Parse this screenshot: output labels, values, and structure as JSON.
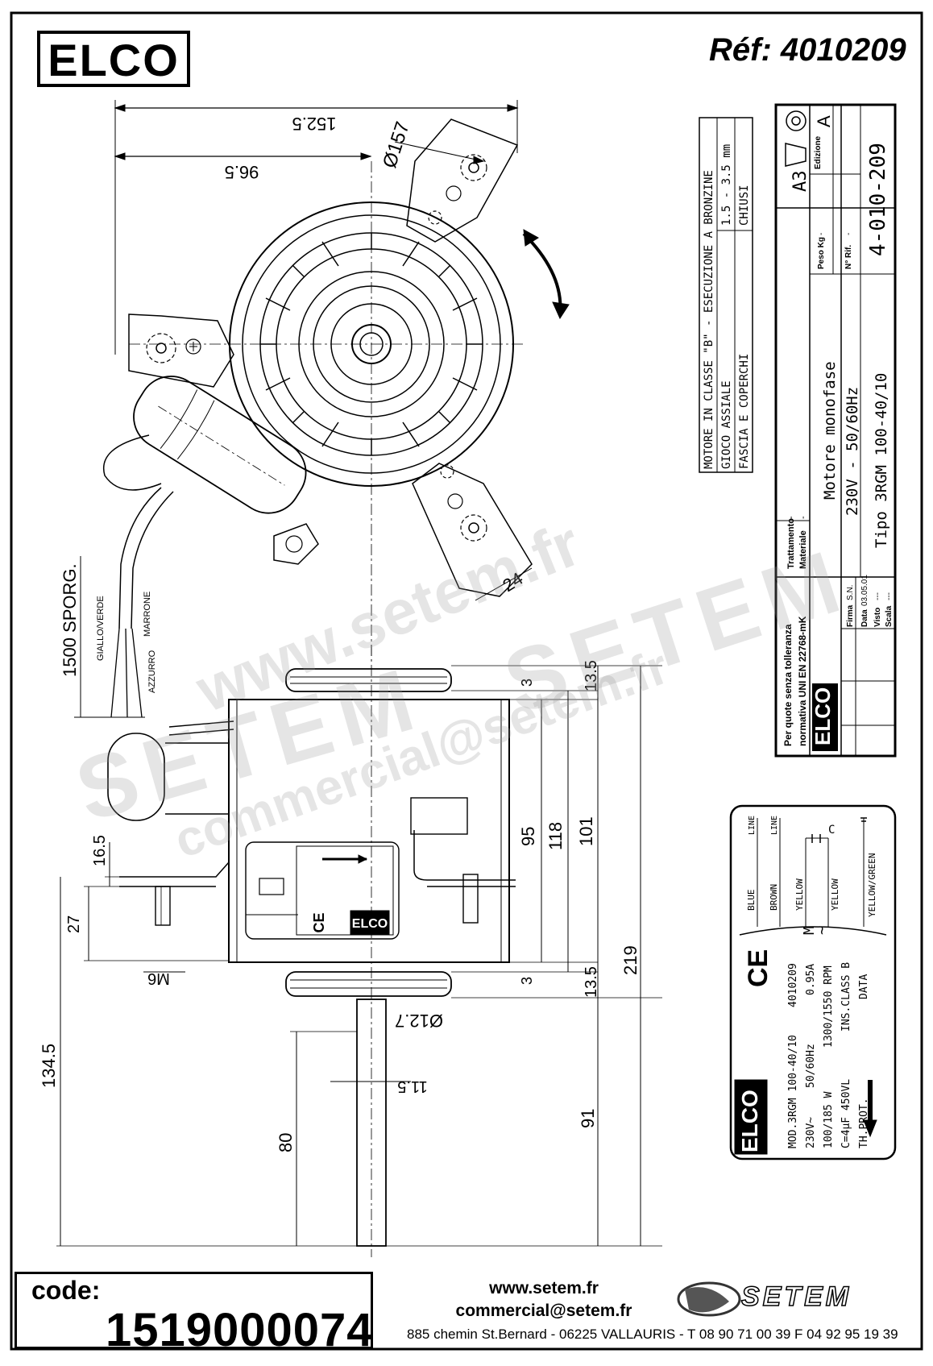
{
  "brand": "ELCO",
  "reference": "Réf: 4010209",
  "dimensions": {
    "d152_5": "152.5",
    "d96_5": "96.5",
    "d157": "Ø157",
    "d24": "24",
    "d1500": "1500 SPORG.",
    "d13_5_top": "13.5",
    "d3_top": "3",
    "d95": "95",
    "d118": "118",
    "d101": "101",
    "d219": "219",
    "d3_bot": "3",
    "d13_5_bot": "13.5",
    "d16_5": "16.5",
    "d27": "27",
    "dM6": "M6",
    "d12_7": "Ø12.7",
    "d11_5": "11.5",
    "d134_5": "134.5",
    "d80": "80",
    "d91": "91"
  },
  "wire_labels": [
    "GIALLO/VERDE",
    "MARRONE",
    "AZZURRO"
  ],
  "spec_table": {
    "row1": "MOTORE IN CLASSE \"B\" - ESECUZIONE A BRONZINE",
    "row2_label": "GIOCO ASSIALE",
    "row2_value": "1.5 - 3.5 mm",
    "row3_label": "FASCIA E COPERCHI",
    "row3_value": "CHIUSI"
  },
  "title_block": {
    "format": "A3",
    "edition_label": "Edizione",
    "edition": "A",
    "peso_label": "Peso Kg",
    "peso_value": "-",
    "nrif_label": "N° Rif.",
    "nrif_value": "-",
    "drawing_no": "4-010-209",
    "trattamento_label": "Trattamento",
    "trattamento_value": "-",
    "materiale_label": "Materiale",
    "materiale_value": "-",
    "desc1": "Motore monofase",
    "desc2": "230V - 50/60Hz",
    "desc3": "Tipo 3RGM 100-40/10",
    "tolerance1": "Per quote senza tolleranza",
    "tolerance2": "normativa UNI EN 22768-mK",
    "firma_label": "Firma",
    "firma_value": "S.N.",
    "data_label": "Data",
    "data_value": "03.05.01",
    "visto_label": "Visto",
    "visto_value": "---",
    "scala_label": "Scala",
    "scala_value": "---"
  },
  "nameplate": {
    "wires": [
      "BLUE",
      "BROWN",
      "YELLOW",
      "YELLOW",
      "YELLOW/GREEN"
    ],
    "line1": "LINE",
    "line2": "LINE",
    "cap": "C",
    "m": "M",
    "tilde": "~",
    "ce": "CE",
    "mod": "MOD.3RGM 100-40/10",
    "code": "4010209",
    "volt": "230V~",
    "freq": "50/60Hz",
    "amp": "0.95A",
    "watt": "100/185 W",
    "rpm": "1300/1550 RPM",
    "cap_spec": "C=4µF  450VL",
    "ins": "INS.CLASS B",
    "thprot": "TH.PROT.",
    "data": "DATA"
  },
  "side_label_ce": "CE",
  "footer": {
    "code_label": "code:",
    "code_value": "1519000074",
    "web": "www.setem.fr",
    "email": "commercial@setem.fr",
    "address": "885 chemin St.Bernard  -  06225 VALLAURIS  -  T 08 90 71 00 39   F 04 92 95 19 39",
    "setem_logo": "SETEM"
  },
  "watermarks": [
    "www.setem.fr",
    "SETEM",
    "SETEM",
    "commercial@setem.fr"
  ]
}
